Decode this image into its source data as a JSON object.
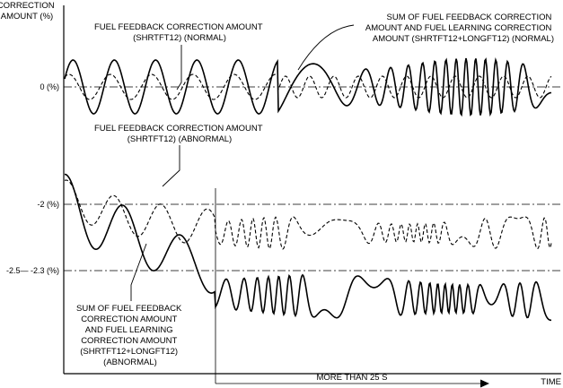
{
  "axis": {
    "y_title": [
      "CORRECTION",
      "AMOUNT (%)"
    ],
    "x_title": "TIME"
  },
  "reference_lines": {
    "zero": "0 (%)",
    "minus_two": "-2 (%)",
    "minus_two_five": "-2.5— -2.3 (%)"
  },
  "labels": {
    "short_normal": [
      "FUEL FEEDBACK CORRECTION AMOUNT",
      "(SHRTFT12) (NORMAL)"
    ],
    "sum_normal": [
      "SUM OF FUEL FEEDBACK CORRECTION",
      "AMOUNT AND FUEL LEARNING CORRECTION",
      "AMOUNT (SHRTFT12+LONGFT12) (NORMAL)"
    ],
    "short_abnormal": [
      "FUEL FEEDBACK CORRECTION AMOUNT",
      "(SHRTFT12) (ABNORMAL)"
    ],
    "sum_abnormal": [
      "SUM OF FUEL FEEDBACK",
      "CORRECTION AMOUNT",
      "AND FUEL LEARNING",
      "CORRECTION AMOUNT",
      "(SHRTFT12+LONGFT12)",
      "(ABNORMAL)"
    ]
  },
  "duration_marker": {
    "label": "MORE THAN 25 S"
  }
}
